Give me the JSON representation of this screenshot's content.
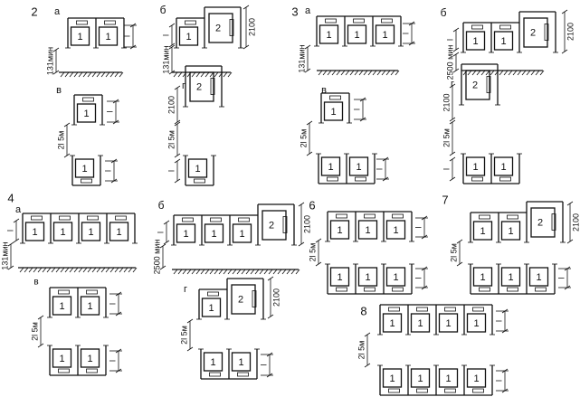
{
  "figure": {
    "sections": {
      "s2": "2",
      "s3": "3",
      "s4": "4",
      "s6": "6",
      "s7": "7",
      "s8": "8"
    },
    "variants": {
      "a": "а",
      "b": "б",
      "v": "в",
      "g": "г"
    },
    "dims": {
      "min131": "131мин",
      "min2500": "2500 мин",
      "l": "l",
      "d2100": "2100",
      "gap": "2l 5м"
    },
    "cabins": {
      "passenger": "1",
      "freight": "2"
    }
  }
}
